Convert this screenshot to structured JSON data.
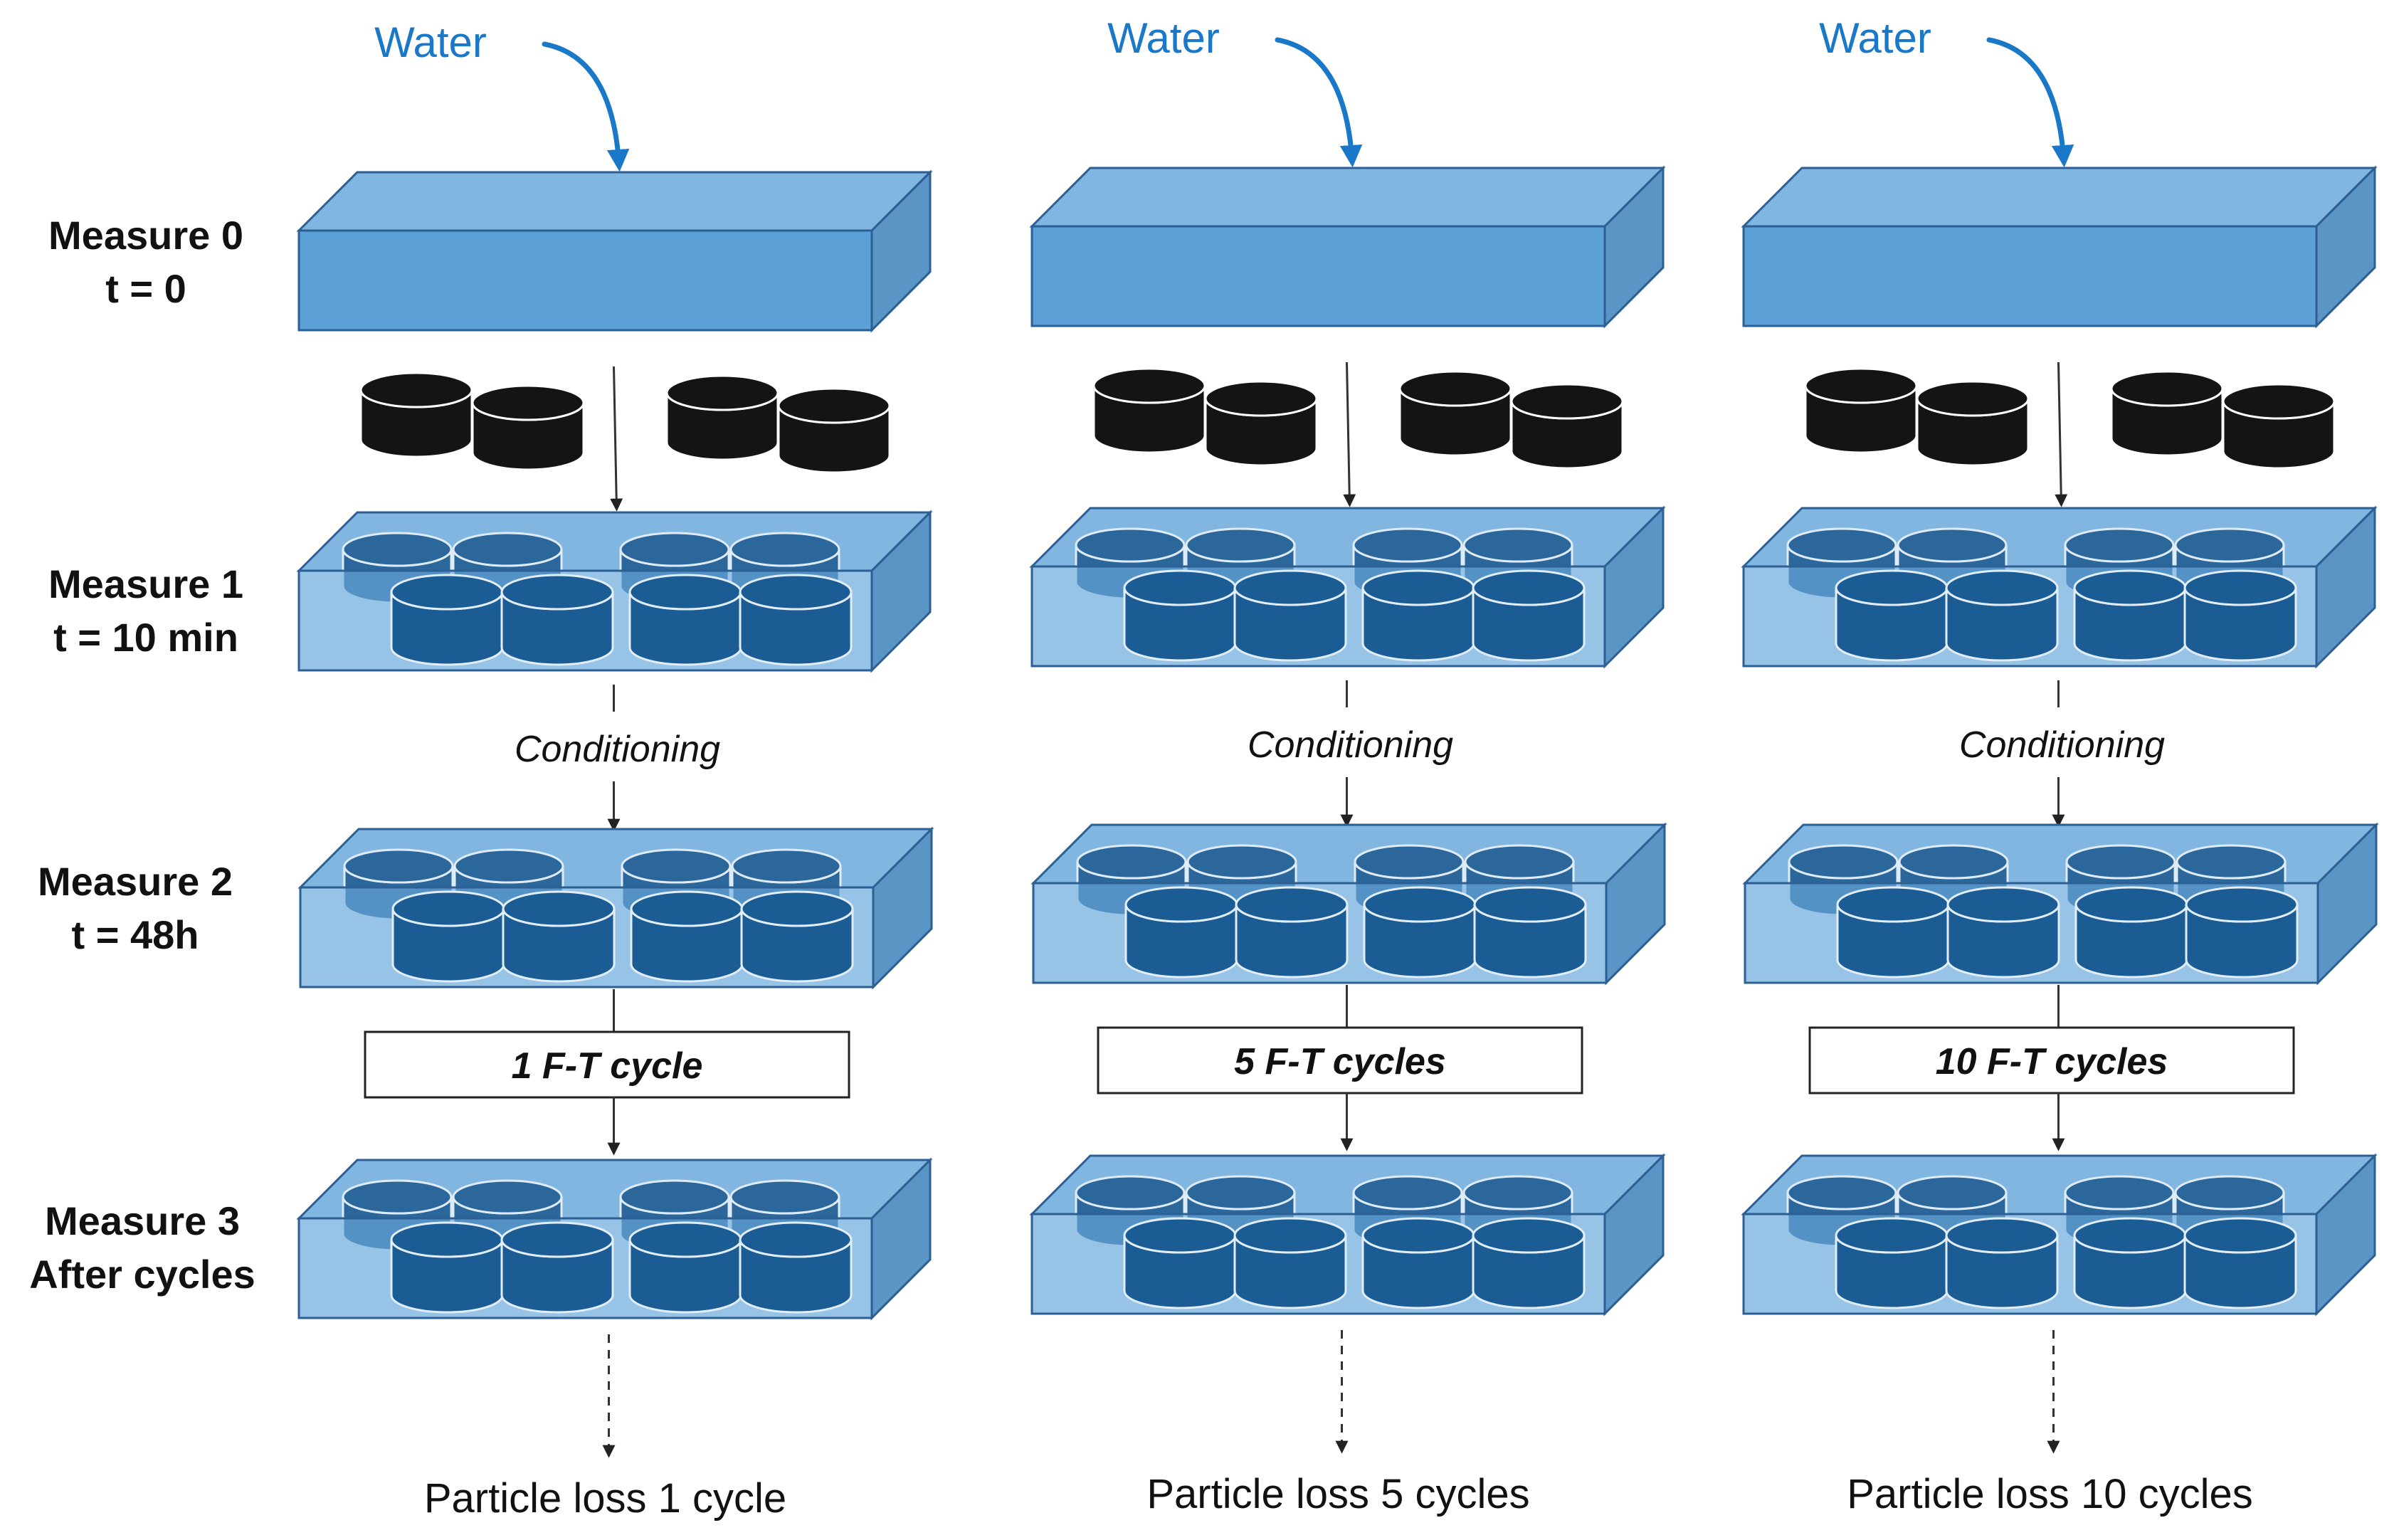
{
  "rows": [
    {
      "title": "Measure 0",
      "sub": "t = 0"
    },
    {
      "title": "Measure 1",
      "sub": "t = 10 min"
    },
    {
      "title": "Measure 2",
      "sub": "t = 48h"
    },
    {
      "title": "Measure 3",
      "sub": "After cycles"
    }
  ],
  "columns": [
    {
      "water": "Water",
      "conditioning": "Conditioning",
      "cycles": "1 F-T cycle",
      "loss": "Particle loss 1 cycle"
    },
    {
      "water": "Water",
      "conditioning": "Conditioning",
      "cycles": "5 F-T cycles",
      "loss": "Particle loss 5 cycles"
    },
    {
      "water": "Water",
      "conditioning": "Conditioning",
      "cycles": "10 F-T cycles",
      "loss": "Particle loss 10 cycles"
    }
  ],
  "colors": {
    "tank_front": "#5ba1d8",
    "tank_top": "#80b6e0",
    "tank_side": "#5b95c6",
    "tank_edge": "#2c5f94",
    "specimen_dry": "#141414",
    "specimen_wet": "#0f4d85",
    "water_arrow": "#1a78c8"
  }
}
